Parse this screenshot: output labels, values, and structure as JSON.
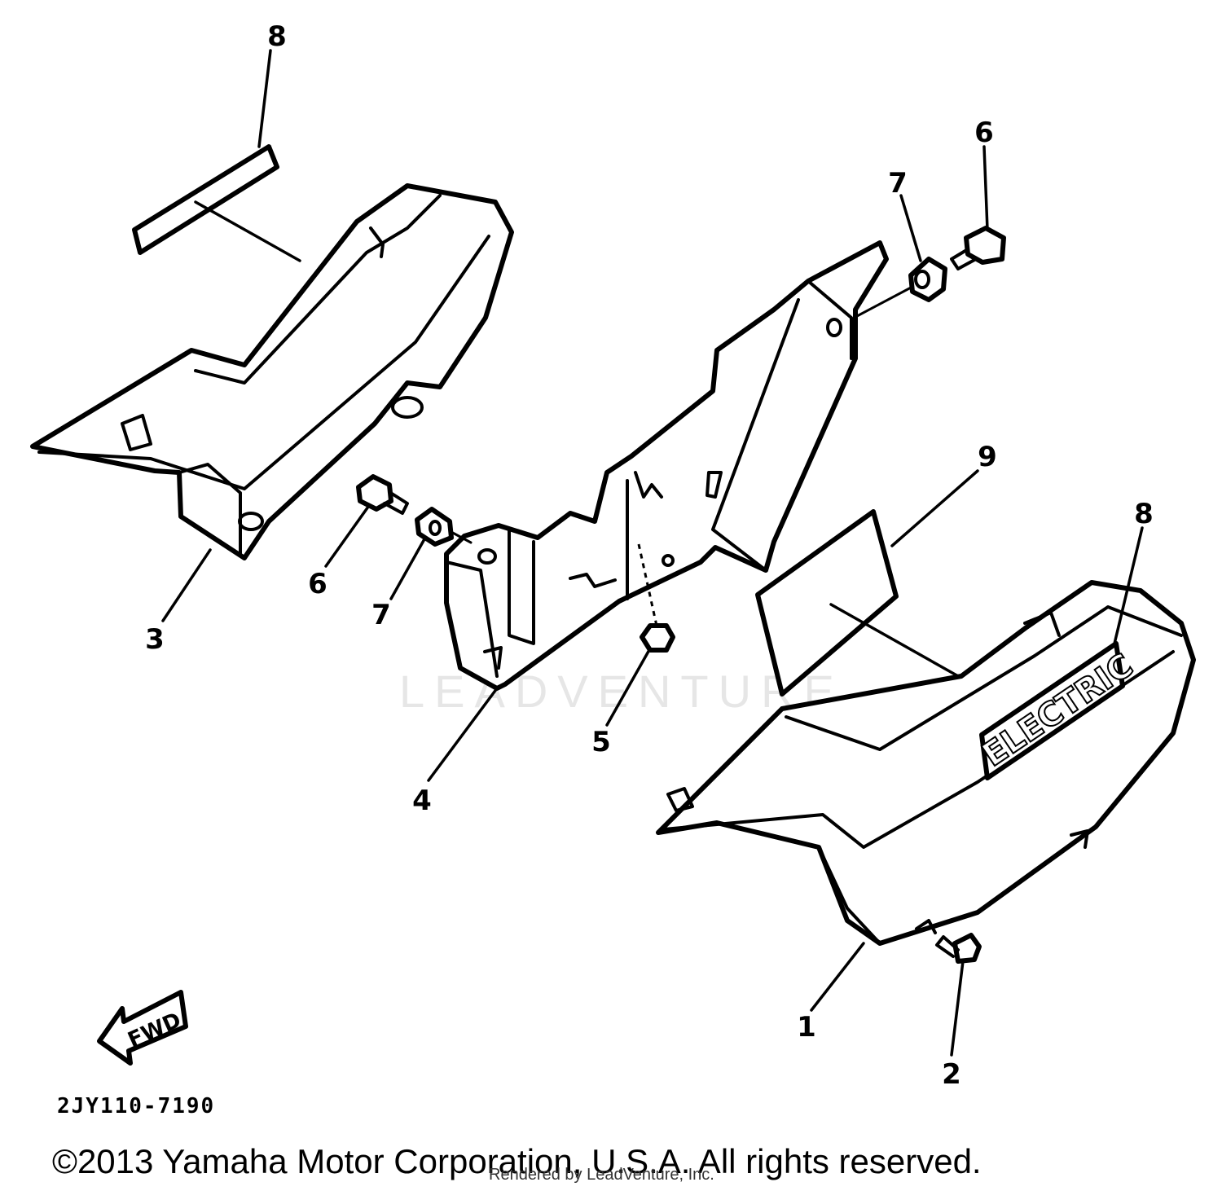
{
  "watermark": "LEADVENTURE",
  "callouts": {
    "c1": "1",
    "c2": "2",
    "c3": "3",
    "c4": "4",
    "c5": "5",
    "c6_left": "6",
    "c6_right": "6",
    "c7_left": "7",
    "c7_right": "7",
    "c8_left": "8",
    "c8_right": "8",
    "c9": "9"
  },
  "emblem_text": "ELECTRIC",
  "fwd_label": "FWD",
  "diagram_code": "2JY110-7190",
  "copyright": "©2013 Yamaha Motor Corporation, U.S.A. All rights reserved.",
  "render_note": "Rendered by LeadVenture, Inc."
}
